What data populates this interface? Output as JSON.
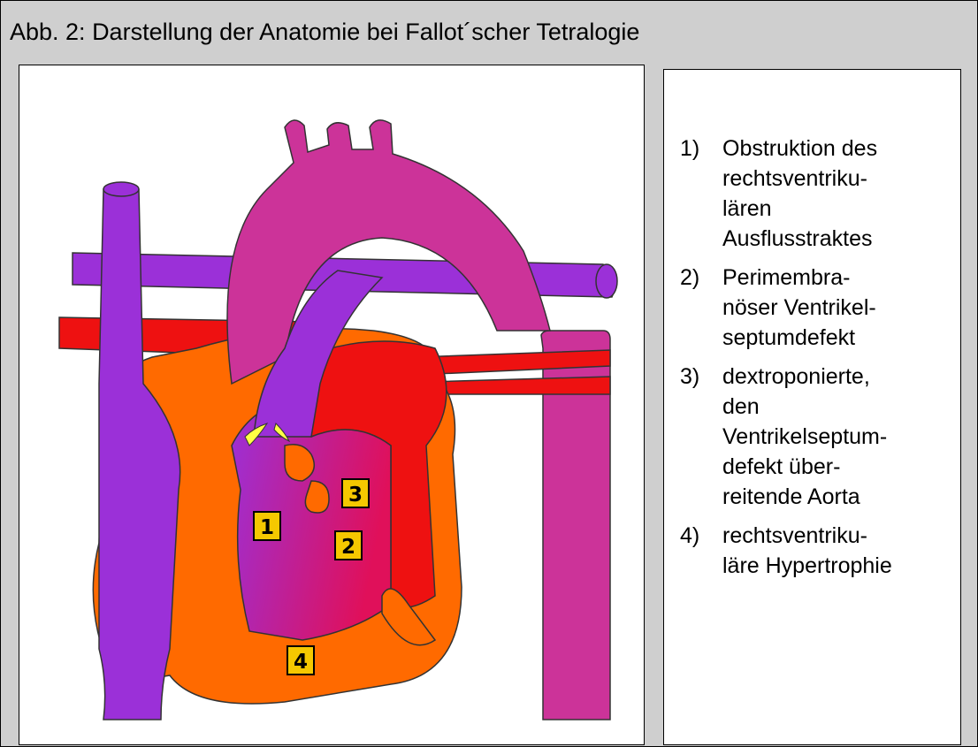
{
  "title": "Abb. 2: Darstellung der Anatomie bei Fallot´scher Tetralogie",
  "colors": {
    "panel_background": "#cfcfcf",
    "venous_purple": "#9b30d8",
    "aorta_magenta": "#cc3399",
    "arterial_red": "#ee1111",
    "myocardium_orange": "#ff6a00",
    "valve_yellow": "#ffff44",
    "marker_yellow": "#f5c800"
  },
  "markers": [
    "1",
    "2",
    "3",
    "4"
  ],
  "legend": [
    {
      "number": "1)",
      "lines": [
        "Obstruktion des",
        "rechtsventriku-",
        "lären",
        "Ausflusstraktes"
      ]
    },
    {
      "number": "2)",
      "lines": [
        "Perimembra-",
        "nöser Ventrikel-",
        "septumdefekt"
      ]
    },
    {
      "number": "3)",
      "lines": [
        "dextroponierte,",
        "den",
        "Ventrikelseptum-",
        "defekt über-",
        "reitende Aorta"
      ]
    },
    {
      "number": "4)",
      "lines": [
        "rechtsventriku-",
        "läre Hypertrophie"
      ]
    }
  ]
}
